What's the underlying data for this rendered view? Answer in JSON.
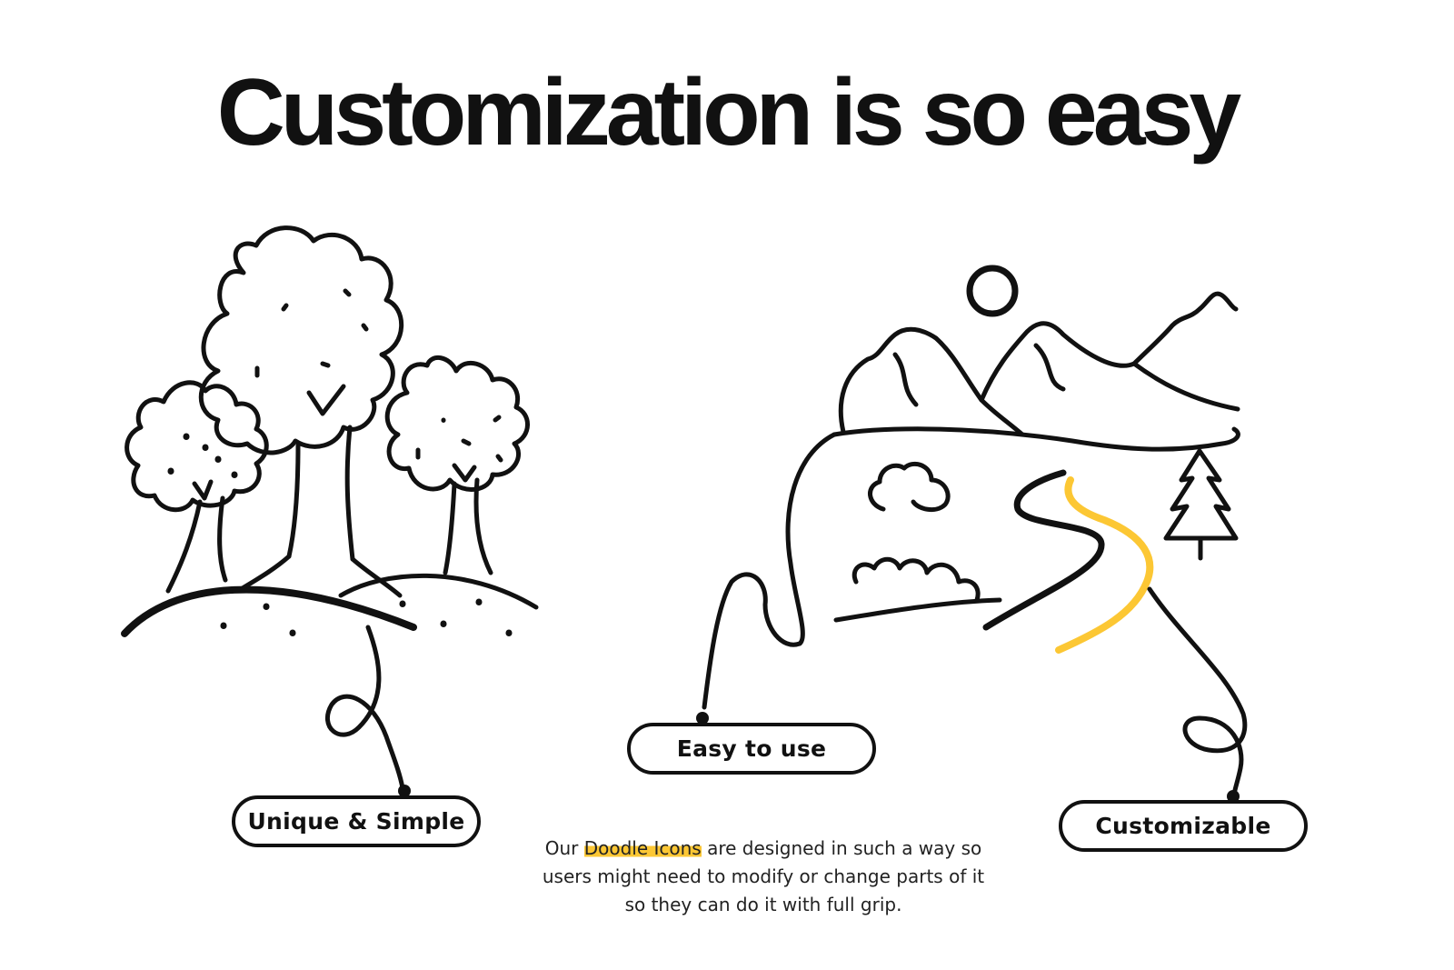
{
  "header": {
    "title_highlight": "Customization",
    "title_rest": " is so easy"
  },
  "labels": {
    "unique": "Unique & Simple",
    "easy": "Easy to use",
    "custom": "Customizable"
  },
  "description": {
    "before": "Our ",
    "highlight": "Doodle Icons",
    "after": " are designed in such a way so users might need to modify or change parts of it so they can do it with full grip."
  },
  "colors": {
    "accent": "#fcc734",
    "ink": "#111111"
  }
}
